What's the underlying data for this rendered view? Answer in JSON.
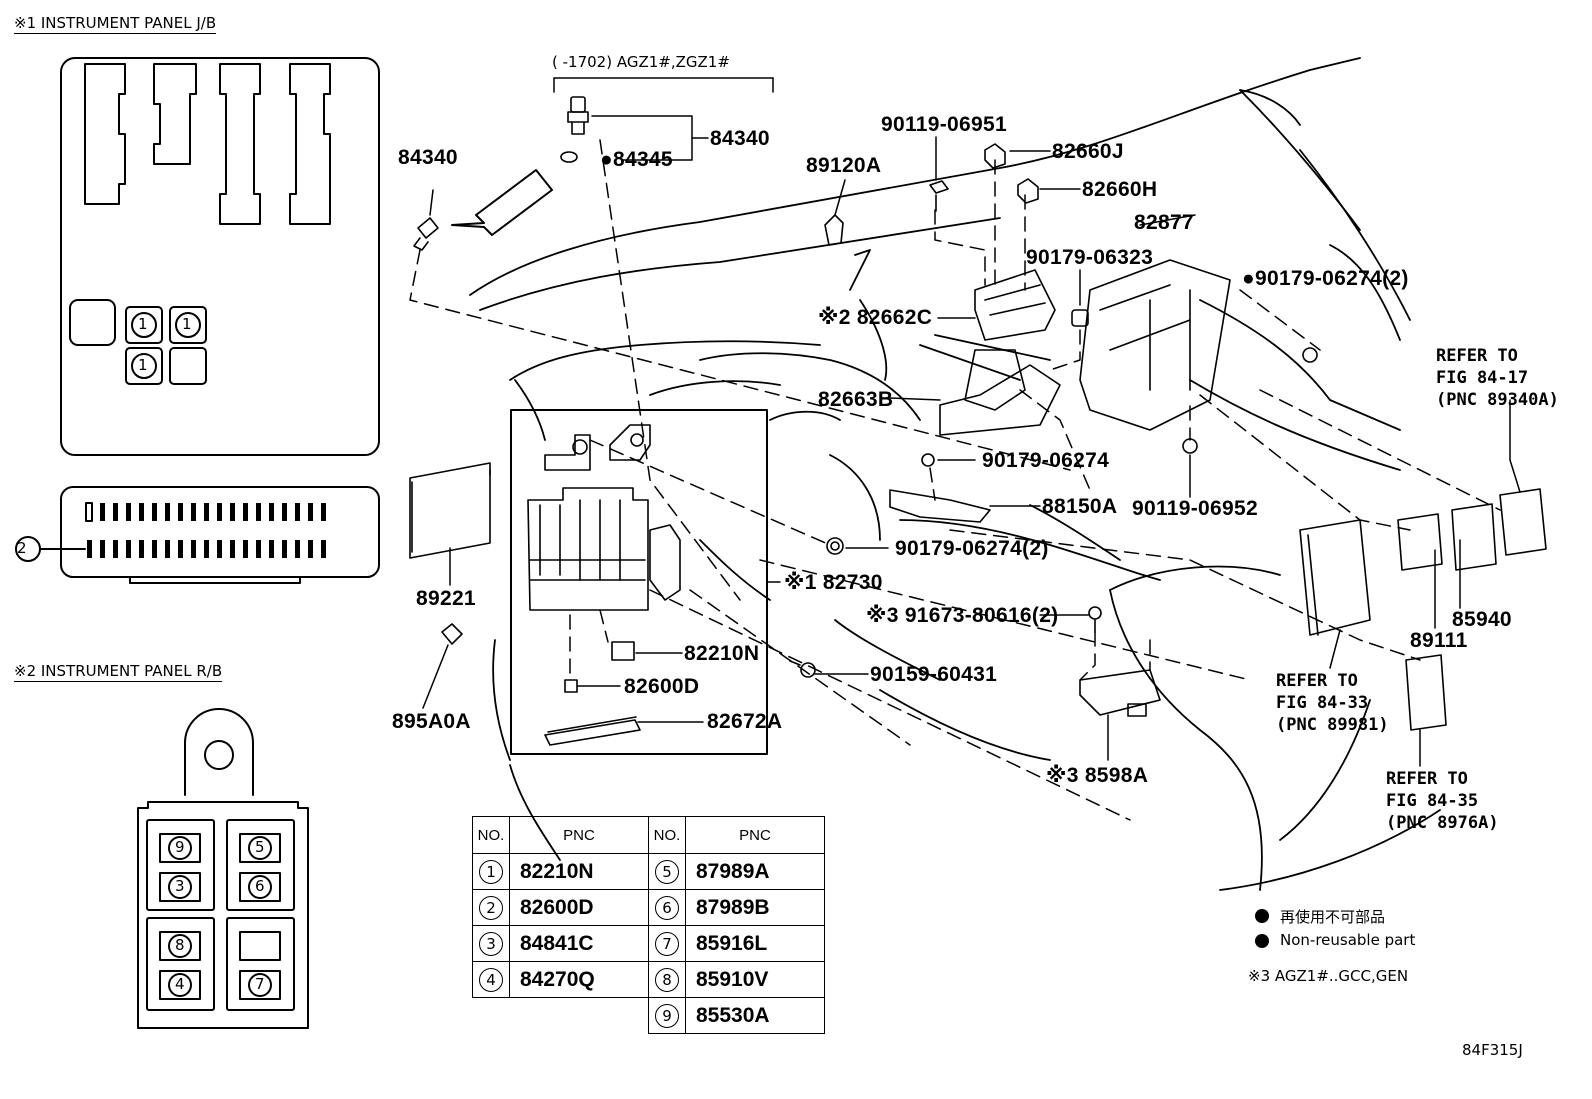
{
  "headers": {
    "jb": "※1 INSTRUMENT PANEL J/B",
    "rb": "※2 INSTRUMENT PANEL R/B",
    "variant": "(      -1702) AGZ1#,ZGZ1#"
  },
  "callouts": {
    "c84340_top": "84340",
    "c84340_left": "84340",
    "c84345": "●84345",
    "c89120A": "89120A",
    "c90119_06951": "90119-06951",
    "c82660J": "82660J",
    "c82660H": "82660H",
    "c82877": "82877",
    "c90179_06323": "90179-06323",
    "c90179_06274_2_top": "●90179-06274(2)",
    "c82662C": "※2 82662C",
    "c82663B": "82663B",
    "c90179_06274": "90179-06274",
    "c88150A": "88150A",
    "c90119_06952": "90119-06952",
    "c90179_06274_2": "90179-06274(2)",
    "c82730": "※1 82730",
    "c91673": "※3 91673-80616(2)",
    "c82210N": "82210N",
    "c82600D": "82600D",
    "c82672A": "82672A",
    "c90159": "90159-60431",
    "c89221": "89221",
    "c895A0A": "895A0A",
    "c8598A": "※3 8598A",
    "c85940": "85940",
    "c89111": "89111",
    "jb_connector": "2"
  },
  "references": {
    "r1": [
      "REFER TO",
      "FIG 84-17",
      "(PNC 89340A)"
    ],
    "r2": [
      "REFER TO",
      "FIG 84-33",
      "(PNC 89981)"
    ],
    "r3": [
      "REFER TO",
      "FIG 84-35",
      "(PNC 8976A)"
    ]
  },
  "jb_fuses": [
    "1",
    "1",
    "1"
  ],
  "rb_fuses": [
    "9",
    "5",
    "3",
    "6",
    "8",
    "4",
    "7"
  ],
  "table": {
    "col_no": "NO.",
    "col_pnc": "PNC",
    "left": [
      {
        "no": "1",
        "pnc": "82210N"
      },
      {
        "no": "2",
        "pnc": "82600D"
      },
      {
        "no": "3",
        "pnc": "84841C"
      },
      {
        "no": "4",
        "pnc": "84270Q"
      }
    ],
    "right": [
      {
        "no": "5",
        "pnc": "87989A"
      },
      {
        "no": "6",
        "pnc": "87989B"
      },
      {
        "no": "7",
        "pnc": "85916L"
      },
      {
        "no": "8",
        "pnc": "85910V"
      },
      {
        "no": "9",
        "pnc": "85530A"
      }
    ]
  },
  "legend": {
    "jp": "再使用不可部品",
    "en": "Non-reusable part",
    "note3": "※3 AGZ1#..GCC,GEN"
  },
  "figure_id": "84F315J"
}
